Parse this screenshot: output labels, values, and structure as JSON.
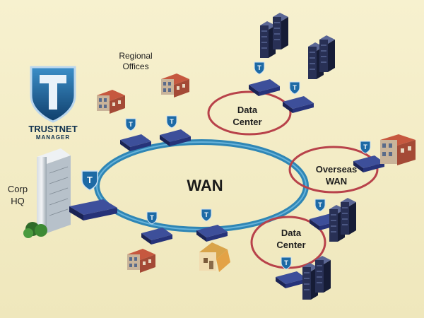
{
  "brand": {
    "name": "TRUSTNET",
    "subtitle": "MANAGER",
    "logo_letter": "T"
  },
  "labels": {
    "regional_offices_1": "Regional",
    "regional_offices_2": "Offices",
    "corp_hq_1": "Corp",
    "corp_hq_2": "HQ",
    "wan": "WAN",
    "data_center_top_1": "Data",
    "data_center_top_2": "Center",
    "overseas_1": "Overseas",
    "overseas_2": "WAN",
    "data_center_bottom_1": "Data",
    "data_center_bottom_2": "Center"
  },
  "colors": {
    "wan_ring": "#2f86b5",
    "site_ring": "#b8424a",
    "shield": "#1c5f93",
    "router": "#2a3a7a"
  }
}
